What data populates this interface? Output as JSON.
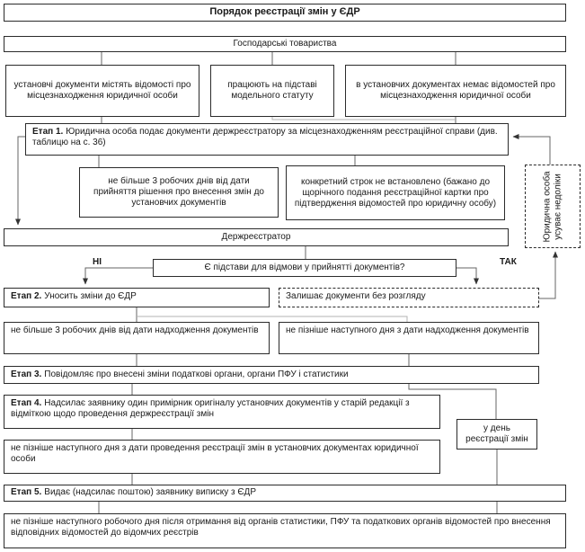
{
  "title": "Порядок реєстрації змін у ЄДР",
  "nodes": {
    "gospodarski": "Господарські товариства",
    "branch_left": "установчі документи містять відомості про місцезнаходження юридичної особи",
    "branch_mid": "працюють на підставі модельного статуту",
    "branch_right": "в установчих документах немає відомостей про місцезнаходження юридичної особи",
    "etap1": {
      "prefix": "Етап 1.",
      "text": "Юридична особа подає документи держреєстратору за місцезнаходженням реєстраційної справи (див. таблицю на с. 36)"
    },
    "term_decision": "не більше 3 робочих днів від дати прийняття рішення про внесення змін до установчих документів",
    "term_nostrict": "конкретний строк не встановлено (бажано до щорічного подання реєстраційної картки про підтвердження відомостей про юридичну особу)",
    "fix_defects": "Юридична особа усуває недоліки",
    "derzhreestrator": "Держреєстратор",
    "question": "Є підстави для відмови у прийнятті документів?",
    "label_no": "НІ",
    "label_yes": "ТАК",
    "etap2": {
      "prefix": "Етап 2.",
      "text": "Уносить зміни до ЄДР"
    },
    "leave_docs": "Залишає документи без розгляду",
    "term_3days_receipt": "не більше 3 робочих днів від дати надходження документів",
    "term_nextday_receipt": "не пізніше наступного дня з дати надходження документів",
    "etap3": {
      "prefix": "Етап 3.",
      "text": "Повідомляє про внесені зміни податкові органи, органи ПФУ і статистики"
    },
    "etap4": {
      "prefix": "Етап 4.",
      "text": "Надсилає заявнику один примірник оригіналу установчих документів у старій редакції з відміткою щодо проведення держреєстрації змін"
    },
    "same_day": "у день реєстрації змін",
    "term_nextday_reg": "не пізніше наступного дня з дати проведення реєстрації змін в установчих документах юридичної особи",
    "etap5": {
      "prefix": "Етап 5.",
      "text": "Видає (надсилає поштою) заявнику виписку з ЄДР"
    },
    "term_after_info": "не пізніше наступного робочого дня після отримання від органів статистики, ПФУ та податкових органів відомостей про внесення відповідних відомостей до відомчих реєстрів"
  }
}
